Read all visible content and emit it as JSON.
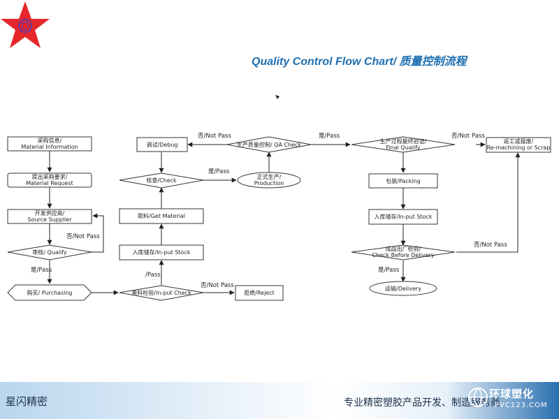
{
  "title": "Quality Control Flow Chart/ 质量控制流程",
  "footer": {
    "left": "星闪精密",
    "right": "专业精密塑胶产品开发、制造服务商"
  },
  "watermark": {
    "cn": "环球塑化",
    "en": "PVC123.COM"
  },
  "colors": {
    "title": "#1f6fb2",
    "logo_star": "#e5262a",
    "footer_blue": "#2a6fb0"
  },
  "nodes": {
    "material_information": [
      "采购信息/",
      "Material Information"
    ],
    "material_request": [
      "提出采购要求/",
      "Material Request"
    ],
    "source_supplier": [
      "开发供应商/",
      "Source Supplier"
    ],
    "qualify": [
      "审核/ Qualify"
    ],
    "purchasing": [
      "购买/ Purchasing"
    ],
    "input_check": [
      "来料检验/In-put Check"
    ],
    "reject": [
      "拒绝/Reject"
    ],
    "input_stock_left": [
      "入库储存/In-put Stock"
    ],
    "get_material": [
      "取料/Get Material"
    ],
    "check": [
      "核查/Check"
    ],
    "debug": [
      "调试/Debug"
    ],
    "qa_check": [
      "生产质量控制/ QA Check"
    ],
    "production": [
      "正式生产/",
      "Production"
    ],
    "final_qualify": [
      "生产过程最终验证/",
      "Final Qualify"
    ],
    "rework": [
      "返工或报废/",
      "Re-machining or Scrap"
    ],
    "packing": [
      "包装/Packing"
    ],
    "input_stock_right": [
      "入库储存/In-put Stock"
    ],
    "check_before_delivery": [
      "成品出厂检验/",
      "Check Before Delivery"
    ],
    "delivery": [
      "运输/Delivery"
    ]
  },
  "edges": {
    "qualify_no": "否/Not Pass",
    "qualify_yes": "是/Pass",
    "input_check_yes": "/Pass",
    "input_check_no": "否/Not Pass",
    "check_yes": "是/Pass",
    "qa_no": "否/Not Pass",
    "qa_yes": "是/Pass",
    "final_no": "否/Not Pass",
    "delivery_no": "否/Not Pass",
    "delivery_yes": "是/Pass"
  }
}
